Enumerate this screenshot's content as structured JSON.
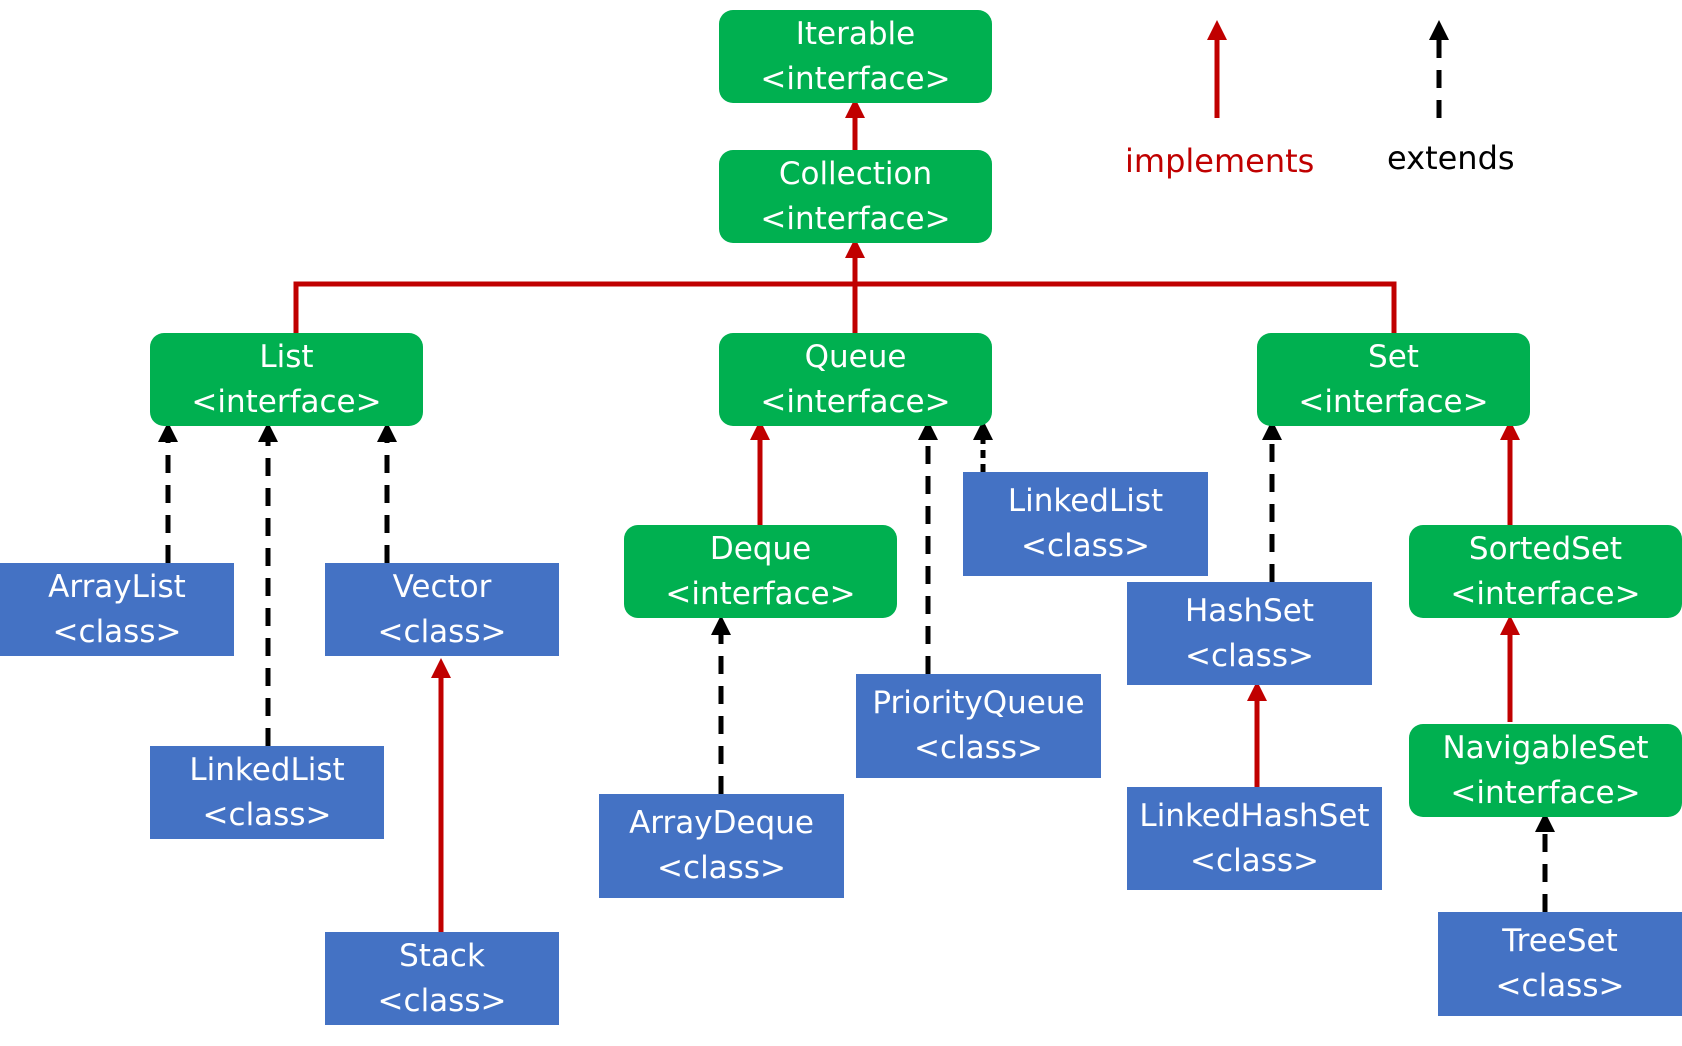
{
  "legend": {
    "implements_label": "implements",
    "implements_color": "#c00000",
    "extends_label": "extends",
    "extends_color": "#000000"
  },
  "colors": {
    "interface_fill": "#00b050",
    "class_fill": "#4472c4",
    "text": "#ffffff",
    "implements_arrow": "#c00000",
    "extends_arrow": "#000000"
  },
  "nodes": {
    "iterable": {
      "name": "Iterable",
      "kind": "<interface>"
    },
    "collection": {
      "name": "Collection",
      "kind": "<interface>"
    },
    "list": {
      "name": "List",
      "kind": "<interface>"
    },
    "queue": {
      "name": "Queue",
      "kind": "<interface>"
    },
    "set": {
      "name": "Set",
      "kind": "<interface>"
    },
    "deque": {
      "name": "Deque",
      "kind": "<interface>"
    },
    "sortedset": {
      "name": "SortedSet",
      "kind": "<interface>"
    },
    "navigableset": {
      "name": "NavigableSet",
      "kind": "<interface>"
    },
    "arraylist": {
      "name": "ArrayList",
      "kind": "<class>"
    },
    "vector": {
      "name": "Vector",
      "kind": "<class>"
    },
    "linkedlist_list": {
      "name": "LinkedList",
      "kind": "<class>"
    },
    "stack": {
      "name": "Stack",
      "kind": "<class>"
    },
    "arraydeque": {
      "name": "ArrayDeque",
      "kind": "<class>"
    },
    "priorityqueue": {
      "name": "PriorityQueue",
      "kind": "<class>"
    },
    "linkedlist_queue": {
      "name": "LinkedList",
      "kind": "<class>"
    },
    "hashset": {
      "name": "HashSet",
      "kind": "<class>"
    },
    "linkedhashset": {
      "name": "LinkedHashSet",
      "kind": "<class>"
    },
    "treeset": {
      "name": "TreeSet",
      "kind": "<class>"
    }
  },
  "edges": [
    {
      "from": "collection",
      "to": "iterable",
      "type": "implements"
    },
    {
      "from": "list",
      "to": "collection",
      "type": "implements"
    },
    {
      "from": "queue",
      "to": "collection",
      "type": "implements"
    },
    {
      "from": "set",
      "to": "collection",
      "type": "implements"
    },
    {
      "from": "arraylist",
      "to": "list",
      "type": "extends"
    },
    {
      "from": "linkedlist_list",
      "to": "list",
      "type": "extends"
    },
    {
      "from": "vector",
      "to": "list",
      "type": "extends"
    },
    {
      "from": "stack",
      "to": "vector",
      "type": "implements"
    },
    {
      "from": "deque",
      "to": "queue",
      "type": "implements"
    },
    {
      "from": "priorityqueue",
      "to": "queue",
      "type": "extends"
    },
    {
      "from": "linkedlist_queue",
      "to": "queue",
      "type": "extends"
    },
    {
      "from": "arraydeque",
      "to": "deque",
      "type": "extends"
    },
    {
      "from": "hashset",
      "to": "set",
      "type": "extends"
    },
    {
      "from": "linkedhashset",
      "to": "hashset",
      "type": "implements"
    },
    {
      "from": "sortedset",
      "to": "set",
      "type": "implements"
    },
    {
      "from": "navigableset",
      "to": "sortedset",
      "type": "implements"
    },
    {
      "from": "treeset",
      "to": "navigableset",
      "type": "extends"
    }
  ]
}
